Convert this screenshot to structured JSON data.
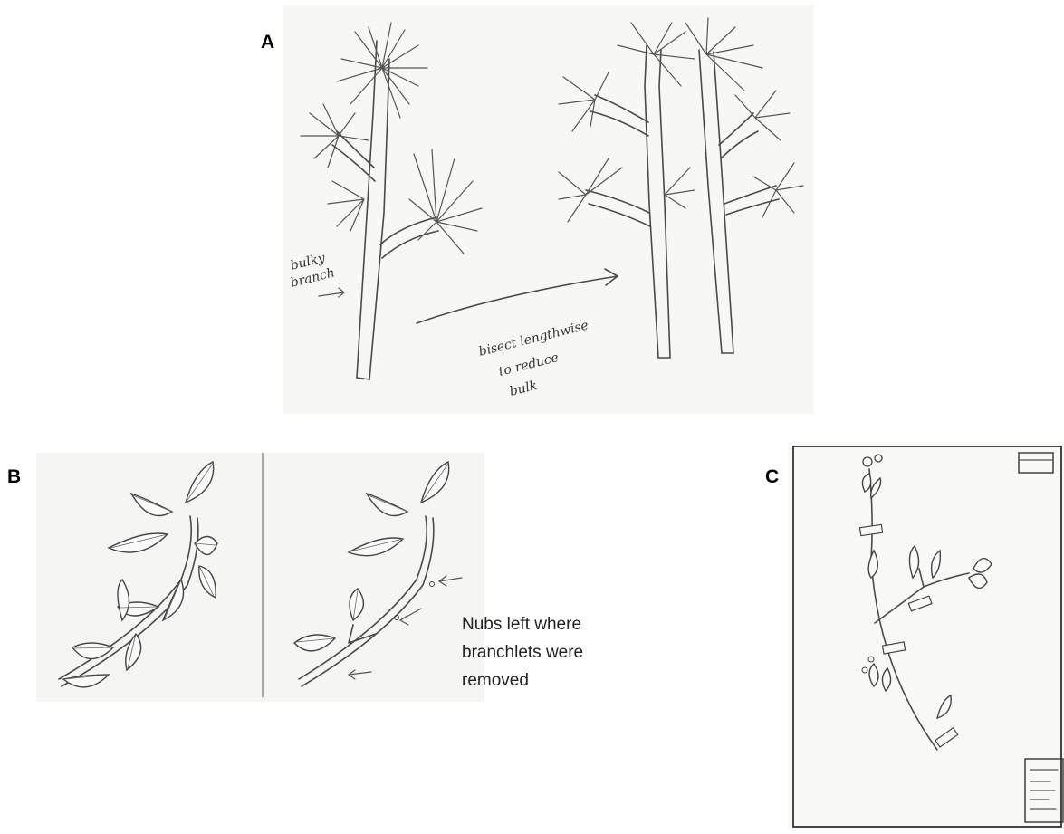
{
  "panels": {
    "a": {
      "letter": "A",
      "note_left": [
        "bulky",
        "branch"
      ],
      "note_arrow": [
        "bisect lengthwise",
        "to reduce",
        "bulk"
      ]
    },
    "b": {
      "letter": "B",
      "caption": "Nubs left where branchlets were removed"
    },
    "c": {
      "letter": "C"
    }
  },
  "colors": {
    "ink": "#4a4a4a",
    "paper": "#f7f7f5",
    "background": "#ffffff"
  }
}
